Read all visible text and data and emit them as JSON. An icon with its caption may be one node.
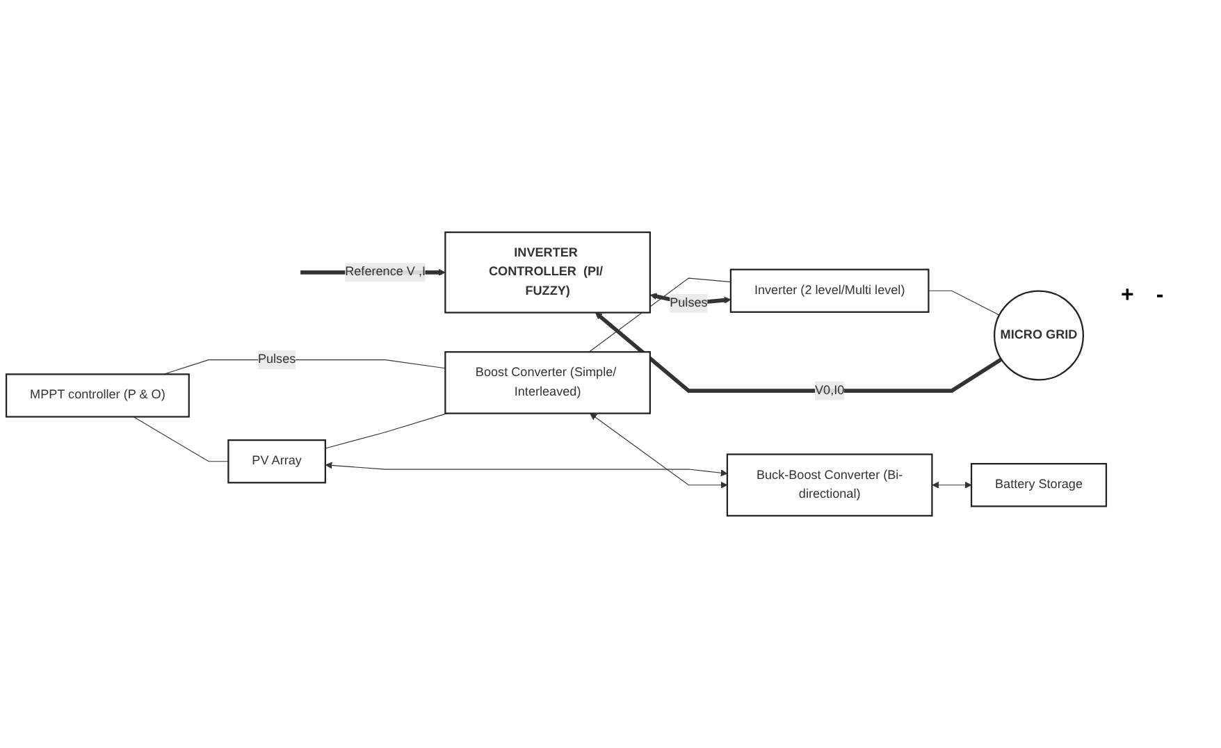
{
  "diagram": {
    "nodes": [
      {
        "text": [
          "INVERTER CONTROLLER  (PI/ FUZZY)"
        ]
      },
      {
        "text": [
          "MPPT controller (P & O)"
        ]
      },
      {
        "text": [
          "PV Array"
        ]
      },
      {
        "text": [
          "Boost Converter (Simple/ Interleaved)"
        ]
      },
      {
        "text": [
          "Inverter (2 level/Multi level)"
        ]
      },
      {
        "text": [
          "MICRO GRID"
        ]
      },
      {
        "text": [
          "Buck-Boost Converter (Bi-directional)"
        ]
      },
      {
        "text": [
          "Battery Storage"
        ]
      }
    ],
    "edges": [
      {
        "from": null,
        "to": 0,
        "arrow": "to",
        "label": "Reference V  ,I",
        "style": "thick"
      },
      {
        "from": 1,
        "to": 2,
        "arrow": "none"
      },
      {
        "from": 1,
        "to": 3,
        "arrow": "none",
        "label": "Pulses"
      },
      {
        "from": 2,
        "to": 3,
        "arrow": "none"
      },
      {
        "from": 3,
        "to": 4,
        "arrow": "none"
      },
      {
        "from": 4,
        "to": 5,
        "arrow": "none"
      },
      {
        "from": 0,
        "to": 4,
        "arrow": "both",
        "label": "Pulses",
        "style": "thick"
      },
      {
        "from": 5,
        "to": 0,
        "arrow": "to",
        "label": "V0,I0",
        "style": "thick"
      },
      {
        "from": 2,
        "to": 6,
        "arrow": "both"
      },
      {
        "from": 3,
        "to": 6,
        "arrow": "both"
      },
      {
        "from": 6,
        "to": 7,
        "arrow": "both"
      }
    ],
    "labels": [
      "+",
      "-"
    ]
  }
}
